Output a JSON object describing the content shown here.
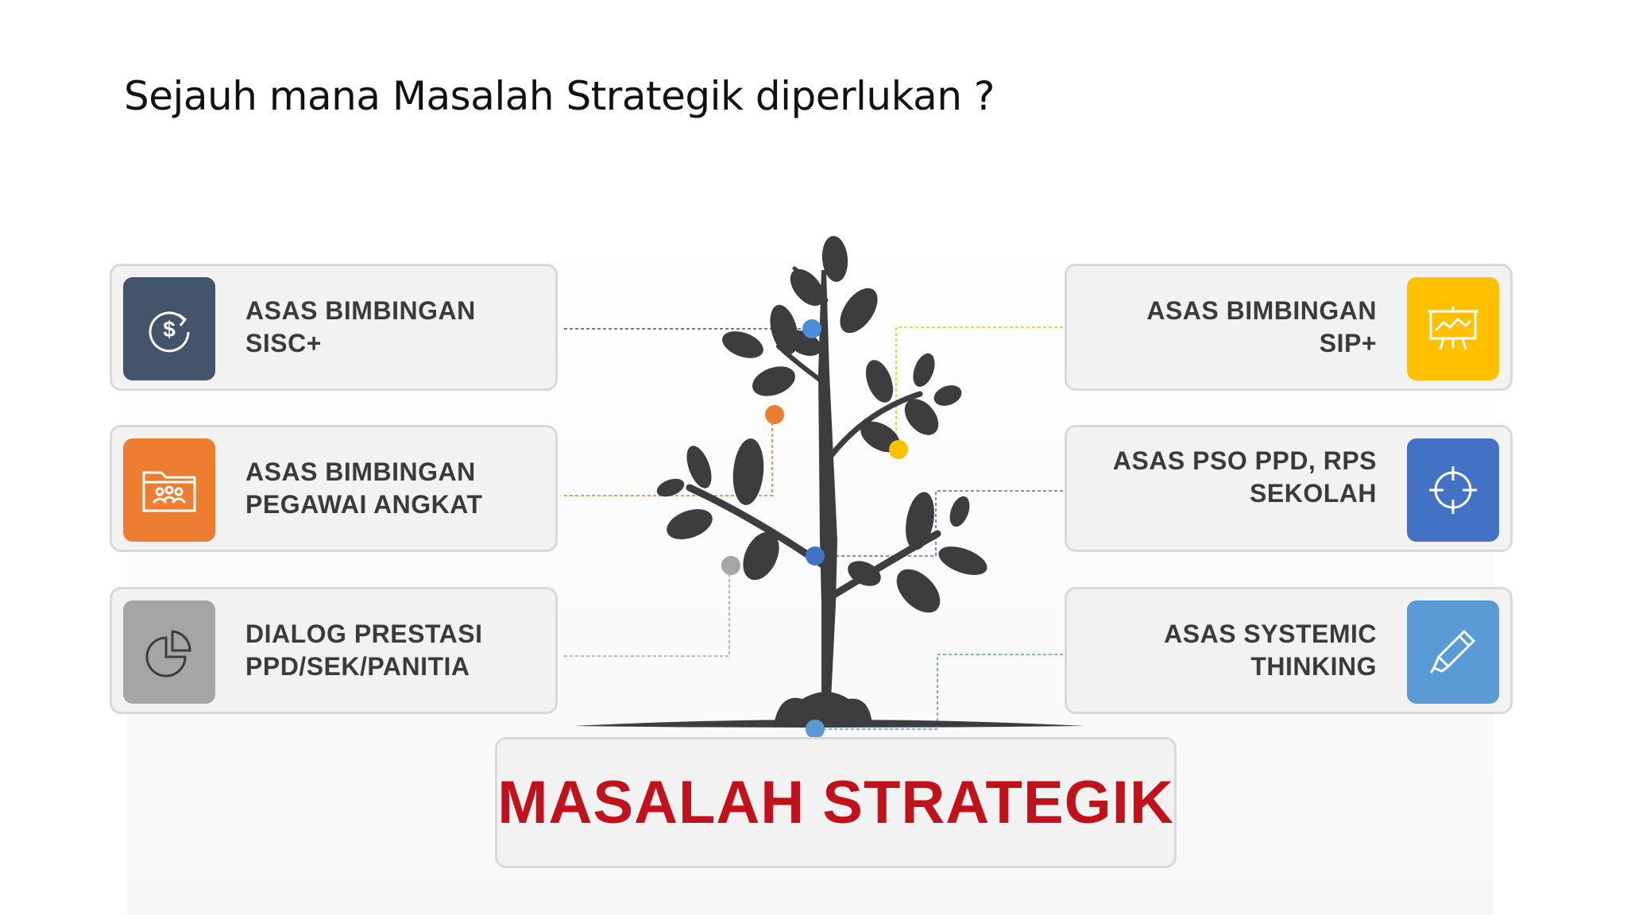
{
  "title": "Sejauh mana Masalah Strategik diperlukan ?",
  "center_label": "MASALAH STRATEGIK",
  "cards_left": [
    {
      "label": "ASAS BIMBINGAN\nSISC+",
      "icon": "dollar-refresh-icon",
      "color": "#44546a"
    },
    {
      "label": "ASAS BIMBINGAN\nPEGAWAI ANGKAT",
      "icon": "people-folder-icon",
      "color": "#ed7d31"
    },
    {
      "label": "DIALOG PRESTASI\nPPD/SEK/PANITIA",
      "icon": "pie-chart-icon",
      "color": "#a5a5a6"
    }
  ],
  "cards_right": [
    {
      "label": "ASAS BIMBINGAN\nSIP+",
      "icon": "presentation-chart-icon",
      "color": "#ffc000"
    },
    {
      "label": "ASAS PSO PPD, RPS\nSEKOLAH",
      "icon": "crosshair-icon",
      "color": "#4472c4"
    },
    {
      "label": "ASAS SYSTEMIC\nTHINKING",
      "icon": "marker-pen-icon",
      "color": "#5b9bd5"
    }
  ],
  "colors": {
    "tree": "#3d3d3f",
    "dot_blue": "#4a8fdc",
    "dot_orange": "#ed7d31",
    "dot_yellow": "#ffc000",
    "dot_gray": "#a5a5a6",
    "accent_red": "#c1121c"
  }
}
